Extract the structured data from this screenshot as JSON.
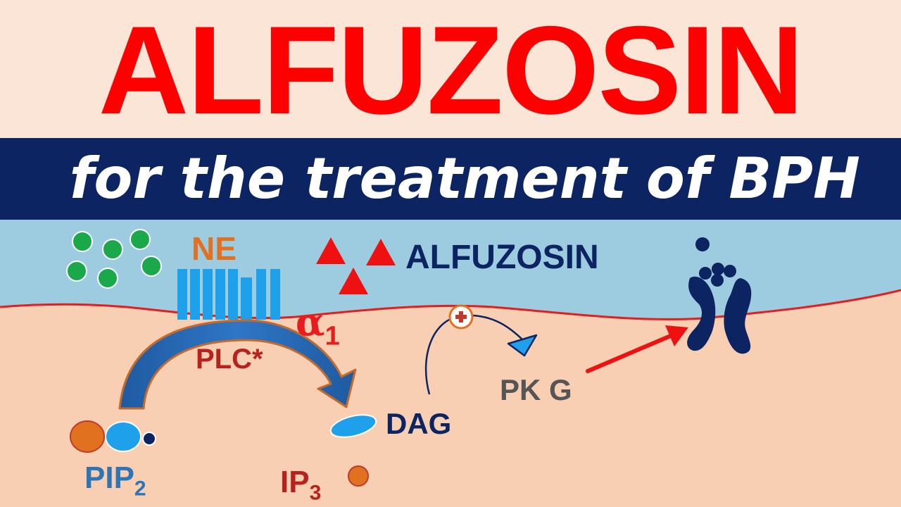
{
  "title": "ALFUZOSIN",
  "subtitle": "for the treatment of BPH",
  "diagram": {
    "ne": "NE",
    "drug": "ALFUZOSIN",
    "receptor": {
      "greek": "α",
      "subscript": "1"
    },
    "enzyme": "PLC*",
    "dag": "DAG",
    "kinase": "PK G",
    "pip": {
      "base": "PIP",
      "subscript": "2"
    },
    "ip": {
      "base": "IP",
      "subscript": "3"
    },
    "plus_sign": "+",
    "colors": {
      "title_red": "#ff0000",
      "navy": "#0c2461",
      "extracellular": "#9dcce0",
      "intracellular": "#f8cfb3",
      "membrane": "#e02020",
      "ne_green": "#1aa84a",
      "drug_red": "#ee1111",
      "receptor_blue": "#1ea0ea",
      "orange": "#e1711f"
    }
  }
}
